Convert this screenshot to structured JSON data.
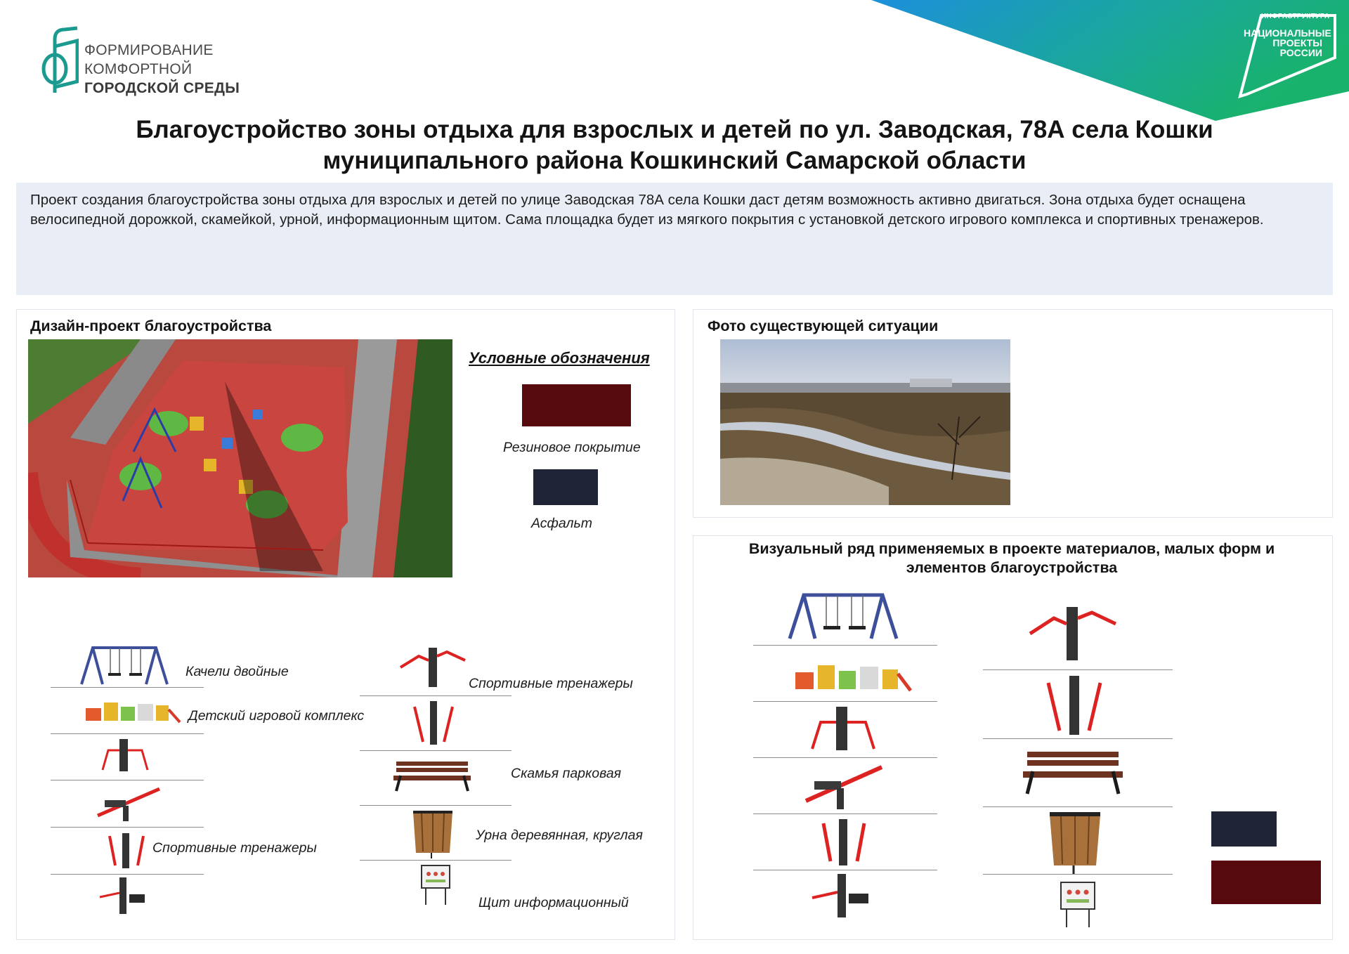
{
  "brand": {
    "line1": "ФОРМИРОВАНИЕ",
    "line2": "КОМФОРТНОЙ",
    "line3": "ГОРОДСКОЙ СРЕДЫ",
    "icon": "brand-f-icon"
  },
  "national_projects": {
    "small": "ИНФРАСТРУКТУРА",
    "big": "НАЦИОНАЛЬНЫЕ ПРОЕКТЫ РОССИИ"
  },
  "title": {
    "line1": "Благоустройство зоны отдыха для взрослых и детей по ул. Заводская, 78А села Кошки",
    "line2": "муниципального района Кошкинский Самарской области"
  },
  "description": "Проект создания благоустройства зоны отдыха для взрослых и детей по улице Заводская 78А села Кошки даст детям возможность активно двигаться. Зона отдыха будет оснащена велосипедной дорожкой, скамейкой, урной, информационным щитом. Сама площадка будет из мягкого покрытия с установкой детского игрового комплекса и спортивных тренажеров.",
  "design": {
    "title": "Дизайн-проект благоустройства",
    "legend_title": "Условные обозначения",
    "legend": [
      {
        "label": "Резиновое покрытие",
        "color": "#560a0d"
      },
      {
        "label": "Асфальт",
        "color": "#1f2536"
      }
    ],
    "items_left": [
      {
        "label": "Качели двойные",
        "icon": "swing-icon"
      },
      {
        "label": "Детский игровой комплекс",
        "icon": "playground-complex-icon"
      },
      {
        "label": "",
        "icon": "exercise-machine-icon"
      },
      {
        "label": "",
        "icon": "rowing-machine-icon"
      },
      {
        "label": "Спортивные тренажеры",
        "icon": "stepper-machine-icon"
      },
      {
        "label": "",
        "icon": "press-machine-icon"
      }
    ],
    "items_right": [
      {
        "label": "Спортивные тренажеры",
        "icon": "double-exerciser-icon"
      },
      {
        "label": "",
        "icon": "walker-machine-icon"
      },
      {
        "label": "Скамья парковая",
        "icon": "bench-icon"
      },
      {
        "label": "Урна деревянная, круглая",
        "icon": "trash-bin-icon"
      },
      {
        "label": "Щит информационный",
        "icon": "info-board-icon"
      }
    ]
  },
  "photo": {
    "title": "Фото существующей ситуации"
  },
  "visual": {
    "title_line1": "Визуальный ряд применяемых в проекте материалов, малых форм и",
    "title_line2": "элементов благоустройства",
    "colors": {
      "asphalt": "#1f2536",
      "rubber": "#560a0d"
    }
  }
}
